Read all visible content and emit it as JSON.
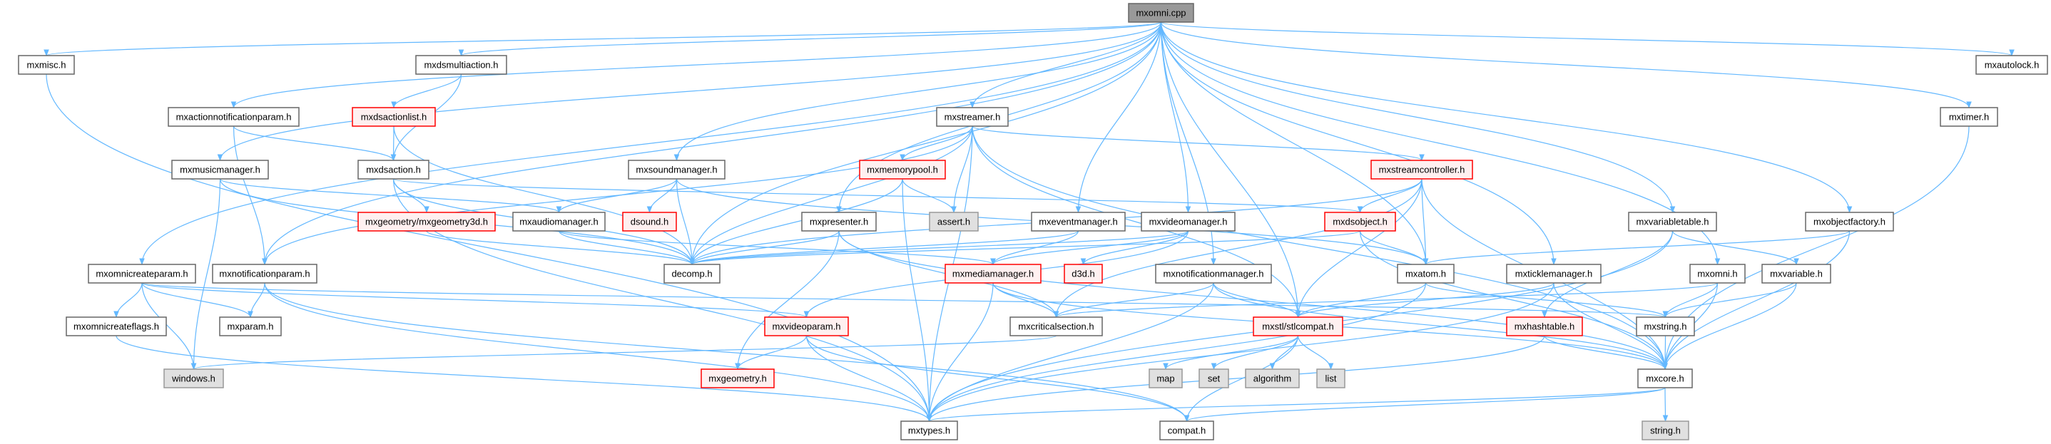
{
  "graph": {
    "colors": {
      "edge": "#63b8ff",
      "red_border": "#ff0000",
      "root_fill": "#999999",
      "gray_fill": "#e0e0e0"
    },
    "nodes": [
      {
        "id": "mxomni_cpp",
        "label": "mxomni.cpp",
        "style": "root"
      },
      {
        "id": "mxmisc",
        "label": "mxmisc.h",
        "style": "normal"
      },
      {
        "id": "mxdsmultiaction",
        "label": "mxdsmultiaction.h",
        "style": "normal"
      },
      {
        "id": "mxautolock",
        "label": "mxautolock.h",
        "style": "normal"
      },
      {
        "id": "mxactionnotificationparam",
        "label": "mxactionnotificationparam.h",
        "style": "normal"
      },
      {
        "id": "mxdsactionlist",
        "label": "mxdsactionlist.h",
        "style": "red"
      },
      {
        "id": "mxstreamer",
        "label": "mxstreamer.h",
        "style": "normal"
      },
      {
        "id": "mxtimer",
        "label": "mxtimer.h",
        "style": "normal"
      },
      {
        "id": "mxmusicmanager",
        "label": "mxmusicmanager.h",
        "style": "normal"
      },
      {
        "id": "mxdsaction",
        "label": "mxdsaction.h",
        "style": "normal"
      },
      {
        "id": "mxsoundmanager",
        "label": "mxsoundmanager.h",
        "style": "normal"
      },
      {
        "id": "mxmemorypool",
        "label": "mxmemorypool.h",
        "style": "red"
      },
      {
        "id": "mxstreamcontroller",
        "label": "mxstreamcontroller.h",
        "style": "red"
      },
      {
        "id": "mxgeometry3d",
        "label": "mxgeometry/mxgeometry3d.h",
        "style": "red"
      },
      {
        "id": "mxaudiomanager",
        "label": "mxaudiomanager.h",
        "style": "normal"
      },
      {
        "id": "dsound",
        "label": "dsound.h",
        "style": "red"
      },
      {
        "id": "mxpresenter",
        "label": "mxpresenter.h",
        "style": "normal"
      },
      {
        "id": "assert",
        "label": "assert.h",
        "style": "gray"
      },
      {
        "id": "mxeventmanager",
        "label": "mxeventmanager.h",
        "style": "normal"
      },
      {
        "id": "mxvideomanager",
        "label": "mxvideomanager.h",
        "style": "normal"
      },
      {
        "id": "mxdsobject",
        "label": "mxdsobject.h",
        "style": "red"
      },
      {
        "id": "mxvariabletable",
        "label": "mxvariabletable.h",
        "style": "normal"
      },
      {
        "id": "mxobjectfactory",
        "label": "mxobjectfactory.h",
        "style": "normal"
      },
      {
        "id": "mxomnicreateparam",
        "label": "mxomnicreateparam.h",
        "style": "normal"
      },
      {
        "id": "mxnotificationparam",
        "label": "mxnotificationparam.h",
        "style": "normal"
      },
      {
        "id": "decomp",
        "label": "decomp.h",
        "style": "normal"
      },
      {
        "id": "mxmediamanager",
        "label": "mxmediamanager.h",
        "style": "red"
      },
      {
        "id": "d3d",
        "label": "d3d.h",
        "style": "red"
      },
      {
        "id": "mxnotificationmanager",
        "label": "mxnotificationmanager.h",
        "style": "normal"
      },
      {
        "id": "mxatom",
        "label": "mxatom.h",
        "style": "normal"
      },
      {
        "id": "mxticklemanager",
        "label": "mxticklemanager.h",
        "style": "normal"
      },
      {
        "id": "mxomni_h",
        "label": "mxomni.h",
        "style": "normal"
      },
      {
        "id": "mxvariable",
        "label": "mxvariable.h",
        "style": "normal"
      },
      {
        "id": "mxomnicreateflags",
        "label": "mxomnicreateflags.h",
        "style": "normal"
      },
      {
        "id": "mxparam",
        "label": "mxparam.h",
        "style": "normal"
      },
      {
        "id": "mxvideoparam",
        "label": "mxvideoparam.h",
        "style": "red"
      },
      {
        "id": "mxcriticalsection",
        "label": "mxcriticalsection.h",
        "style": "normal"
      },
      {
        "id": "mxstlcompat",
        "label": "mxstl/stlcompat.h",
        "style": "red"
      },
      {
        "id": "mxhashtable",
        "label": "mxhashtable.h",
        "style": "red"
      },
      {
        "id": "mxstring",
        "label": "mxstring.h",
        "style": "normal"
      },
      {
        "id": "windows",
        "label": "windows.h",
        "style": "gray"
      },
      {
        "id": "mxgeometry",
        "label": "mxgeometry.h",
        "style": "red"
      },
      {
        "id": "map",
        "label": "map",
        "style": "gray"
      },
      {
        "id": "set",
        "label": "set",
        "style": "gray"
      },
      {
        "id": "algorithm",
        "label": "algorithm",
        "style": "gray"
      },
      {
        "id": "list",
        "label": "list",
        "style": "gray"
      },
      {
        "id": "mxcore",
        "label": "mxcore.h",
        "style": "normal"
      },
      {
        "id": "mxtypes",
        "label": "mxtypes.h",
        "style": "normal"
      },
      {
        "id": "compat",
        "label": "compat.h",
        "style": "normal"
      },
      {
        "id": "string_h",
        "label": "string.h",
        "style": "gray"
      }
    ],
    "edges": [
      [
        "mxomni_cpp",
        "mxmisc"
      ],
      [
        "mxomni_cpp",
        "mxdsmultiaction"
      ],
      [
        "mxomni_cpp",
        "mxactionnotificationparam"
      ],
      [
        "mxomni_cpp",
        "mxmusicmanager"
      ],
      [
        "mxomni_cpp",
        "mxomnicreateparam"
      ],
      [
        "mxomni_cpp",
        "mxsoundmanager"
      ],
      [
        "mxomni_cpp",
        "mxstreamer"
      ],
      [
        "mxomni_cpp",
        "mxpresenter"
      ],
      [
        "mxomni_cpp",
        "mxeventmanager"
      ],
      [
        "mxomni_cpp",
        "mxvideomanager"
      ],
      [
        "mxomni_cpp",
        "mxnotificationmanager"
      ],
      [
        "mxomni_cpp",
        "mxstlcompat"
      ],
      [
        "mxomni_cpp",
        "mxatom"
      ],
      [
        "mxomni_cpp",
        "mxticklemanager"
      ],
      [
        "mxomni_cpp",
        "mxvariabletable"
      ],
      [
        "mxomni_cpp",
        "mxobjectfactory"
      ],
      [
        "mxomni_cpp",
        "mxomni_h"
      ],
      [
        "mxomni_cpp",
        "mxtimer"
      ],
      [
        "mxomni_cpp",
        "mxautolock"
      ],
      [
        "mxomni_cpp",
        "mxnotificationparam"
      ],
      [
        "mxomni_cpp",
        "decomp"
      ],
      [
        "mxmisc",
        "mxtypes"
      ],
      [
        "mxdsmultiaction",
        "mxdsactionlist"
      ],
      [
        "mxdsmultiaction",
        "mxdsaction"
      ],
      [
        "mxactionnotificationparam",
        "mxdsaction"
      ],
      [
        "mxactionnotificationparam",
        "mxnotificationparam"
      ],
      [
        "mxdsactionlist",
        "mxdsaction"
      ],
      [
        "mxdsactionlist",
        "decomp"
      ],
      [
        "mxdsaction",
        "mxgeometry3d"
      ],
      [
        "mxdsaction",
        "mxdsobject"
      ],
      [
        "mxdsaction",
        "mxtypes"
      ],
      [
        "mxdsaction",
        "decomp"
      ],
      [
        "mxstreamer",
        "mxmemorypool"
      ],
      [
        "mxstreamer",
        "assert"
      ],
      [
        "mxstreamer",
        "mxstreamcontroller"
      ],
      [
        "mxstreamer",
        "decomp"
      ],
      [
        "mxstreamer",
        "mxtypes"
      ],
      [
        "mxstreamer",
        "mxnotificationparam"
      ],
      [
        "mxstreamer",
        "mxstlcompat"
      ],
      [
        "mxstreamer",
        "mxcore"
      ],
      [
        "mxmusicmanager",
        "mxaudiomanager"
      ],
      [
        "mxmusicmanager",
        "decomp"
      ],
      [
        "mxmusicmanager",
        "windows"
      ],
      [
        "mxsoundmanager",
        "mxaudiomanager"
      ],
      [
        "mxsoundmanager",
        "dsound"
      ],
      [
        "mxsoundmanager",
        "decomp"
      ],
      [
        "mxsoundmanager",
        "mxatom"
      ],
      [
        "mxmemorypool",
        "assert"
      ],
      [
        "mxmemorypool",
        "decomp"
      ],
      [
        "mxmemorypool",
        "mxtypes"
      ],
      [
        "mxgeometry3d",
        "decomp"
      ],
      [
        "mxaudiomanager",
        "decomp"
      ],
      [
        "mxaudiomanager",
        "mxmediamanager"
      ],
      [
        "mxpresenter",
        "decomp"
      ],
      [
        "mxpresenter",
        "mxgeometry"
      ],
      [
        "mxpresenter",
        "mxcriticalsection"
      ],
      [
        "mxpresenter",
        "mxcore"
      ],
      [
        "mxomnicreateparam",
        "mxomnicreateflags"
      ],
      [
        "mxomnicreateparam",
        "mxparam"
      ],
      [
        "mxomnicreateparam",
        "windows"
      ],
      [
        "mxomnicreateparam",
        "mxvideoparam"
      ],
      [
        "mxomnicreateparam",
        "mxstring"
      ],
      [
        "mxnotificationparam",
        "mxparam"
      ],
      [
        "mxnotificationparam",
        "mxtypes"
      ],
      [
        "mxnotificationparam",
        "compat"
      ],
      [
        "mxmediamanager",
        "mxcriticalsection"
      ],
      [
        "mxmediamanager",
        "mxtypes"
      ],
      [
        "mxmediamanager",
        "mxcore"
      ],
      [
        "mxomnicreateflags",
        "mxtypes"
      ],
      [
        "mxvideoparam",
        "mxgeometry"
      ],
      [
        "mxvideoparam",
        "mxtypes"
      ],
      [
        "mxvideoparam",
        "compat"
      ],
      [
        "mxcriticalsection",
        "windows"
      ],
      [
        "mxeventmanager",
        "mxmediamanager"
      ],
      [
        "mxeventmanager",
        "decomp"
      ],
      [
        "mxvideomanager",
        "mxmediamanager"
      ],
      [
        "mxvideomanager",
        "d3d"
      ],
      [
        "mxvideomanager",
        "mxvideoparam"
      ],
      [
        "mxvideomanager",
        "decomp"
      ],
      [
        "mxstreamcontroller",
        "mxdsobject"
      ],
      [
        "mxstreamcontroller",
        "mxatom"
      ],
      [
        "mxstreamcontroller",
        "mxstlcompat"
      ],
      [
        "mxstreamcontroller",
        "mxcriticalsection"
      ],
      [
        "mxstreamcontroller",
        "decomp"
      ],
      [
        "mxstreamcontroller",
        "mxcore"
      ],
      [
        "mxdsobject",
        "mxatom"
      ],
      [
        "mxdsobject",
        "decomp"
      ],
      [
        "mxdsobject",
        "mxcore"
      ],
      [
        "mxnotificationmanager",
        "mxcriticalsection"
      ],
      [
        "mxnotificationmanager",
        "mxstlcompat"
      ],
      [
        "mxnotificationmanager",
        "mxtypes"
      ],
      [
        "mxnotificationmanager",
        "mxcore"
      ],
      [
        "mxatom",
        "mxstlcompat"
      ],
      [
        "mxatom",
        "mxstring"
      ],
      [
        "mxatom",
        "mxtypes"
      ],
      [
        "mxticklemanager",
        "mxstlcompat"
      ],
      [
        "mxticklemanager",
        "mxcore"
      ],
      [
        "mxticklemanager",
        "mxtypes"
      ],
      [
        "mxvariabletable",
        "mxvariable"
      ],
      [
        "mxvariabletable",
        "mxhashtable"
      ],
      [
        "mxvariabletable",
        "mxtypes"
      ],
      [
        "mxobjectfactory",
        "mxatom"
      ],
      [
        "mxobjectfactory",
        "mxcore"
      ],
      [
        "mxomni_h",
        "mxcriticalsection"
      ],
      [
        "mxomni_h",
        "mxstring"
      ],
      [
        "mxomni_h",
        "mxcore"
      ],
      [
        "mxvariable",
        "mxstring"
      ],
      [
        "mxvariable",
        "mxcore"
      ],
      [
        "mxstlcompat",
        "map"
      ],
      [
        "mxstlcompat",
        "set"
      ],
      [
        "mxstlcompat",
        "algorithm"
      ],
      [
        "mxstlcompat",
        "list"
      ],
      [
        "mxstlcompat",
        "compat"
      ],
      [
        "mxhashtable",
        "mxcore"
      ],
      [
        "mxhashtable",
        "mxtypes"
      ],
      [
        "mxstring",
        "mxcore"
      ],
      [
        "mxcore",
        "string_h"
      ],
      [
        "mxcore",
        "mxtypes"
      ],
      [
        "mxcore",
        "compat"
      ],
      [
        "mxtimer",
        "mxcore"
      ]
    ]
  }
}
